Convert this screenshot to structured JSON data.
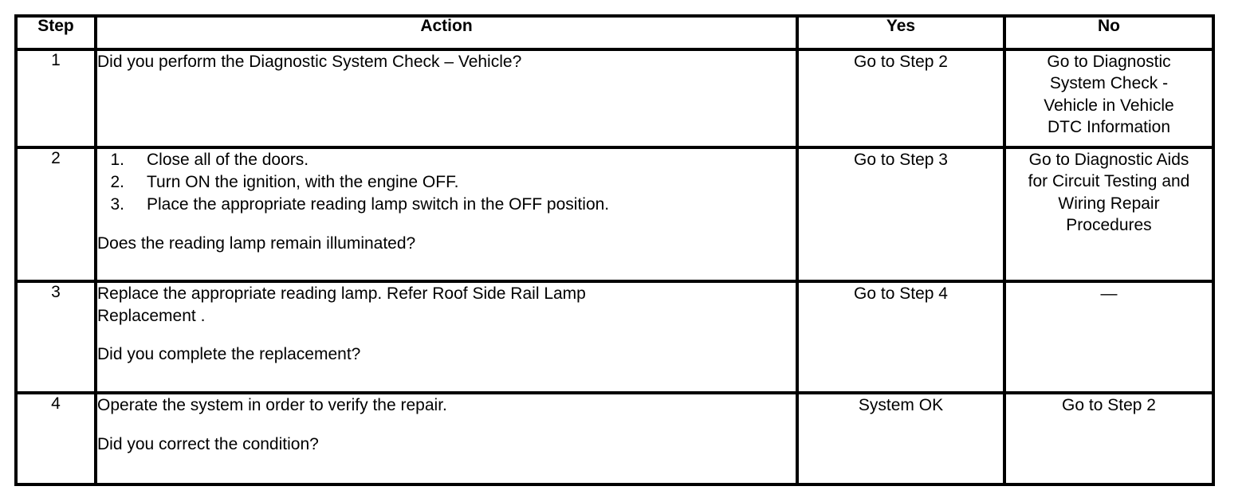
{
  "table": {
    "headers": {
      "step": "Step",
      "action": "Action",
      "yes": "Yes",
      "no": "No"
    },
    "rows": [
      {
        "step": "1",
        "action_lines": [
          "Did you perform the Diagnostic System Check – Vehicle?"
        ],
        "yes": "Go to Step 2",
        "no_lines": [
          "Go to Diagnostic",
          "System Check -",
          "Vehicle in Vehicle",
          "DTC Information"
        ]
      },
      {
        "step": "2",
        "list_items": [
          {
            "num": "1.",
            "text": "Close all of the doors."
          },
          {
            "num": "2.",
            "text": "Turn ON the ignition, with the engine OFF."
          },
          {
            "num": "3.",
            "text": "Place the appropriate reading lamp switch in the OFF position."
          }
        ],
        "question": "Does the reading lamp remain illuminated?",
        "yes": "Go to Step 3",
        "no_lines": [
          "Go to Diagnostic Aids",
          "for Circuit Testing and",
          "Wiring Repair",
          "Procedures"
        ]
      },
      {
        "step": "3",
        "action_lines": [
          "Replace the appropriate reading lamp. Refer Roof Side Rail Lamp",
          "Replacement ."
        ],
        "question": "Did you complete the replacement?",
        "yes": "Go to Step 4",
        "no_lines": [
          "—"
        ]
      },
      {
        "step": "4",
        "action_lines": [
          "Operate the system in order to verify the repair."
        ],
        "question": "Did you correct the condition?",
        "yes": "System OK",
        "no_lines": [
          "Go to Step 2"
        ]
      }
    ]
  }
}
